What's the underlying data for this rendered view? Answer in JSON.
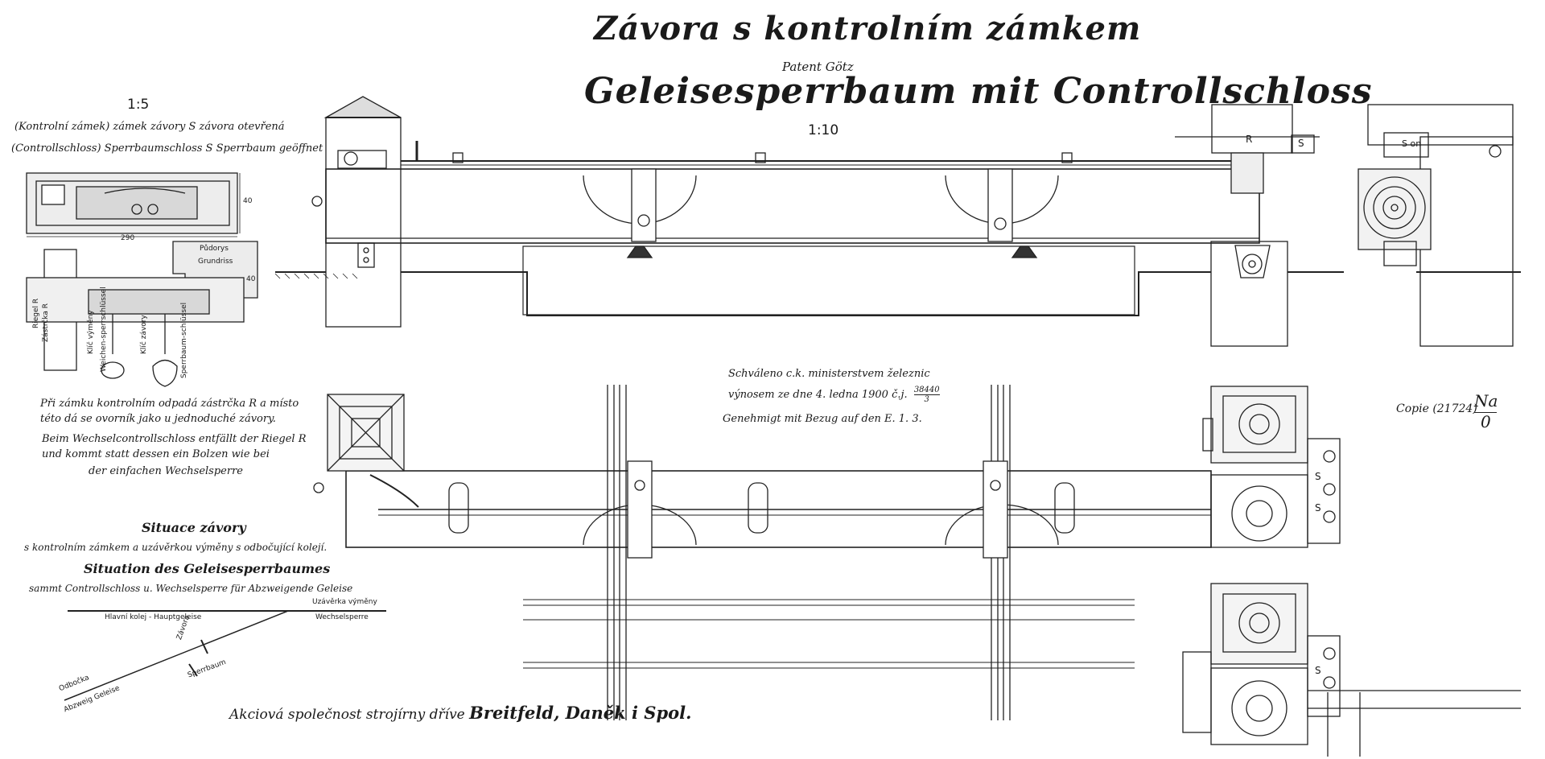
{
  "title": {
    "czech": "Závora s kontrolním zámkem",
    "patent": "Patent Götz",
    "german": "Geleisesperrbaum mit Controllschloss"
  },
  "scales": {
    "main": "1:10",
    "detail": "1:5"
  },
  "detail": {
    "caption_cz": "(Kontrolní zámek) zámek závory S závora otevřená",
    "caption_de": "(Controllschloss) Sperrbaumschloss S Sperrbaum geöffnet",
    "dim_width": "290",
    "dim_height": "40",
    "dim_side": "40",
    "label_pudorys": "Půdorys",
    "label_grundriss": "Grundriss",
    "label_riegel": "Riegel R",
    "label_zastrcka": "Zástrčka R",
    "label_klic_vymeny": "Klíč výměny",
    "label_weichen": "Weichen-sperrschlüssel",
    "label_klic_zavory": "Klíč závory",
    "label_sperrbaum": "Sperrbaum-schlüssel"
  },
  "notes": {
    "cz_line1": "Při zámku kontrolním odpadá zástrčka R a místo",
    "cz_line2": "této dá se ovorník jako u jednoduché závory.",
    "de_line1": "Beim Wechselcontrollschloss entfällt der Riegel R",
    "de_line2": "und kommt statt dessen ein Bolzen wie bei",
    "de_line3": "der einfachen Wechselsperre"
  },
  "approval": {
    "line1": "Schváleno c.k. ministerstvem železnic",
    "line2_a": "výnosem ze dne 4. ledna 1900 č.j.",
    "fraction_num": "38440",
    "fraction_den": "3",
    "line3": "Genehmigt mit Bezug auf den E. 1. 3."
  },
  "copy_mark": {
    "copie": "Copie (21724)",
    "na_num": "Na",
    "na_den": "0"
  },
  "situation": {
    "title_cz": "Situace závory",
    "subtitle_cz": "s kontrolním zámkem a uzávěrkou výměny s odbočující kolejí.",
    "title_de": "Situation des Geleisesperrbaumes",
    "subtitle_de": "sammt Controllschloss u. Wechselsperre für Abzweigende Geleise",
    "label_uzaverka": "Uzávěrka výměny",
    "label_wechselsperre": "Wechselsperre",
    "label_hlavni": "Hlavní kolej - Hauptgeleise",
    "label_zavora": "Závora",
    "label_sperrbaum": "Sperrbaum",
    "label_odbocka": "Odbočka",
    "label_abzweig": "Abzweig Geleise"
  },
  "drawing_labels": {
    "r": "R",
    "s": "S",
    "s_on": "S on"
  },
  "company": {
    "prefix": "Akciová společnost strojírny dříve",
    "name": "Breitfeld, Daněk i Spol."
  }
}
